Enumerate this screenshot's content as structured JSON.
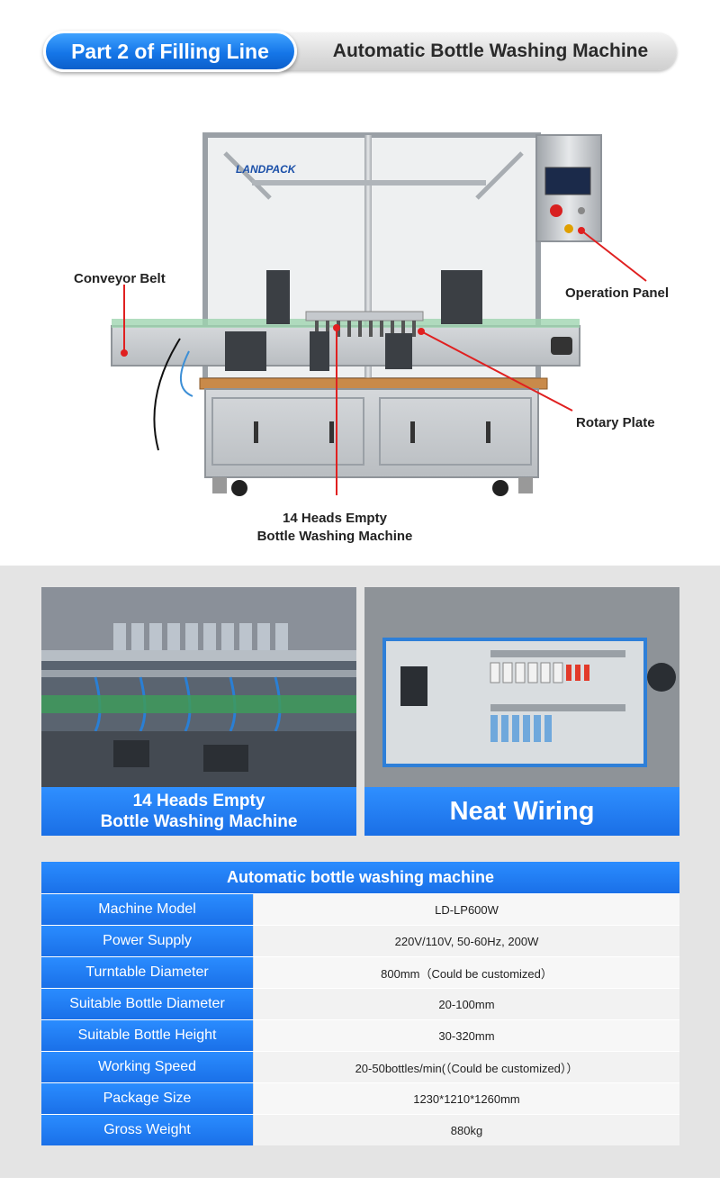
{
  "banner": {
    "left_label": "Part 2 of Filling Line",
    "right_label": "Automatic Bottle Washing Machine"
  },
  "machine": {
    "brand_logo": "LANDPACK",
    "callouts": {
      "conveyor": "Conveyor Belt",
      "operation": "Operation Panel",
      "rotary": "Rotary Plate",
      "heads_line1": "14 Heads Empty",
      "heads_line2": "Bottle Washing Machine"
    }
  },
  "photos": {
    "left_caption_line1": "14 Heads Empty",
    "left_caption_line2": "Bottle Washing Machine",
    "right_caption": "Neat Wiring"
  },
  "spec": {
    "title": "Automatic bottle washing machine",
    "rows": [
      {
        "label": "Machine Model",
        "value": "LD-LP600W"
      },
      {
        "label": "Power Supply",
        "value": "220V/110V, 50-60Hz, 200W"
      },
      {
        "label": "Turntable Diameter",
        "value": "800mm（Could be customized）"
      },
      {
        "label": "Suitable Bottle Diameter",
        "value": "20-100mm"
      },
      {
        "label": "Suitable Bottle Height",
        "value": "30-320mm"
      },
      {
        "label": "Working Speed",
        "value": "20-50bottles/min(（Could be customized））"
      },
      {
        "label": "Package Size",
        "value": "1230*1210*1260mm"
      },
      {
        "label": "Gross Weight",
        "value": "880kg"
      }
    ]
  },
  "colors": {
    "accent_blue": "#1a70e8",
    "callout_line": "#e02020"
  }
}
